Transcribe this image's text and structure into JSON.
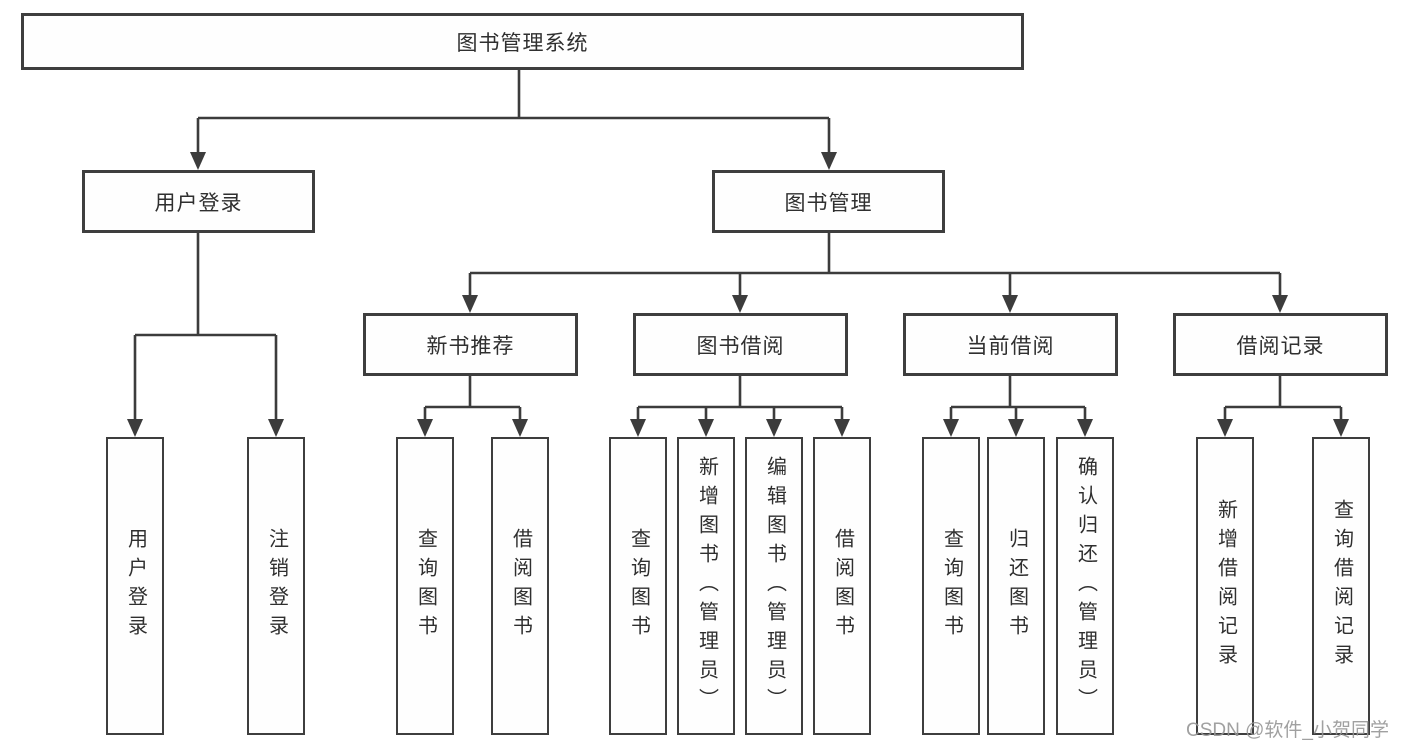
{
  "diagram": {
    "root": {
      "label": "图书管理系统"
    },
    "level2": [
      {
        "label": "用户登录",
        "children": [
          {
            "label": "用户登录"
          },
          {
            "label": "注销登录"
          }
        ]
      },
      {
        "label": "图书管理",
        "children": [
          {
            "label": "新书推荐",
            "children": [
              {
                "label": "查询图书"
              },
              {
                "label": "借阅图书"
              }
            ]
          },
          {
            "label": "图书借阅",
            "children": [
              {
                "label": "查询图书"
              },
              {
                "label": "新增图书（管理员）"
              },
              {
                "label": "编辑图书（管理员）"
              },
              {
                "label": "借阅图书"
              }
            ]
          },
          {
            "label": "当前借阅",
            "children": [
              {
                "label": "查询图书"
              },
              {
                "label": "归还图书"
              },
              {
                "label": "确认归还（管理员）"
              }
            ]
          },
          {
            "label": "借阅记录",
            "children": [
              {
                "label": "新增借阅记录"
              },
              {
                "label": "查询借阅记录"
              }
            ]
          }
        ]
      }
    ],
    "colors": {
      "line": "#3c3c3c",
      "box_border": "#3e3e3e",
      "text": "#2f2f2f",
      "background": "#ffffff"
    }
  },
  "watermark": {
    "text": "CSDN @软件_小贺同学",
    "color": "#9b9b9b"
  }
}
